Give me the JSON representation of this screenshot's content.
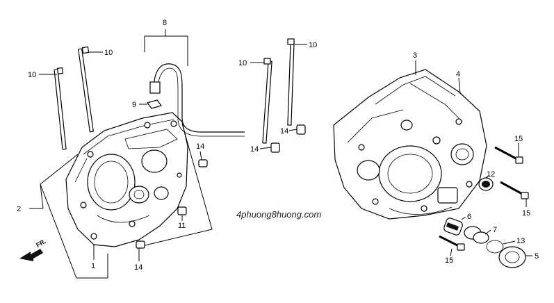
{
  "diagram": {
    "watermark": "4phuong8huong.com",
    "direction_label": "FR.",
    "callouts": {
      "c1": "1",
      "c2": "2",
      "c3": "3",
      "c4": "4",
      "c5": "5",
      "c6": "6",
      "c7": "7",
      "c8": "8",
      "c9": "9",
      "c10a": "10",
      "c10b": "10",
      "c10c": "10",
      "c10d": "10",
      "c11": "11",
      "c12": "12",
      "c13": "13",
      "c14a": "14",
      "c14b": "14",
      "c14c": "14",
      "c14d": "14",
      "c15a": "15",
      "c15b": "15",
      "c15c": "15"
    }
  }
}
